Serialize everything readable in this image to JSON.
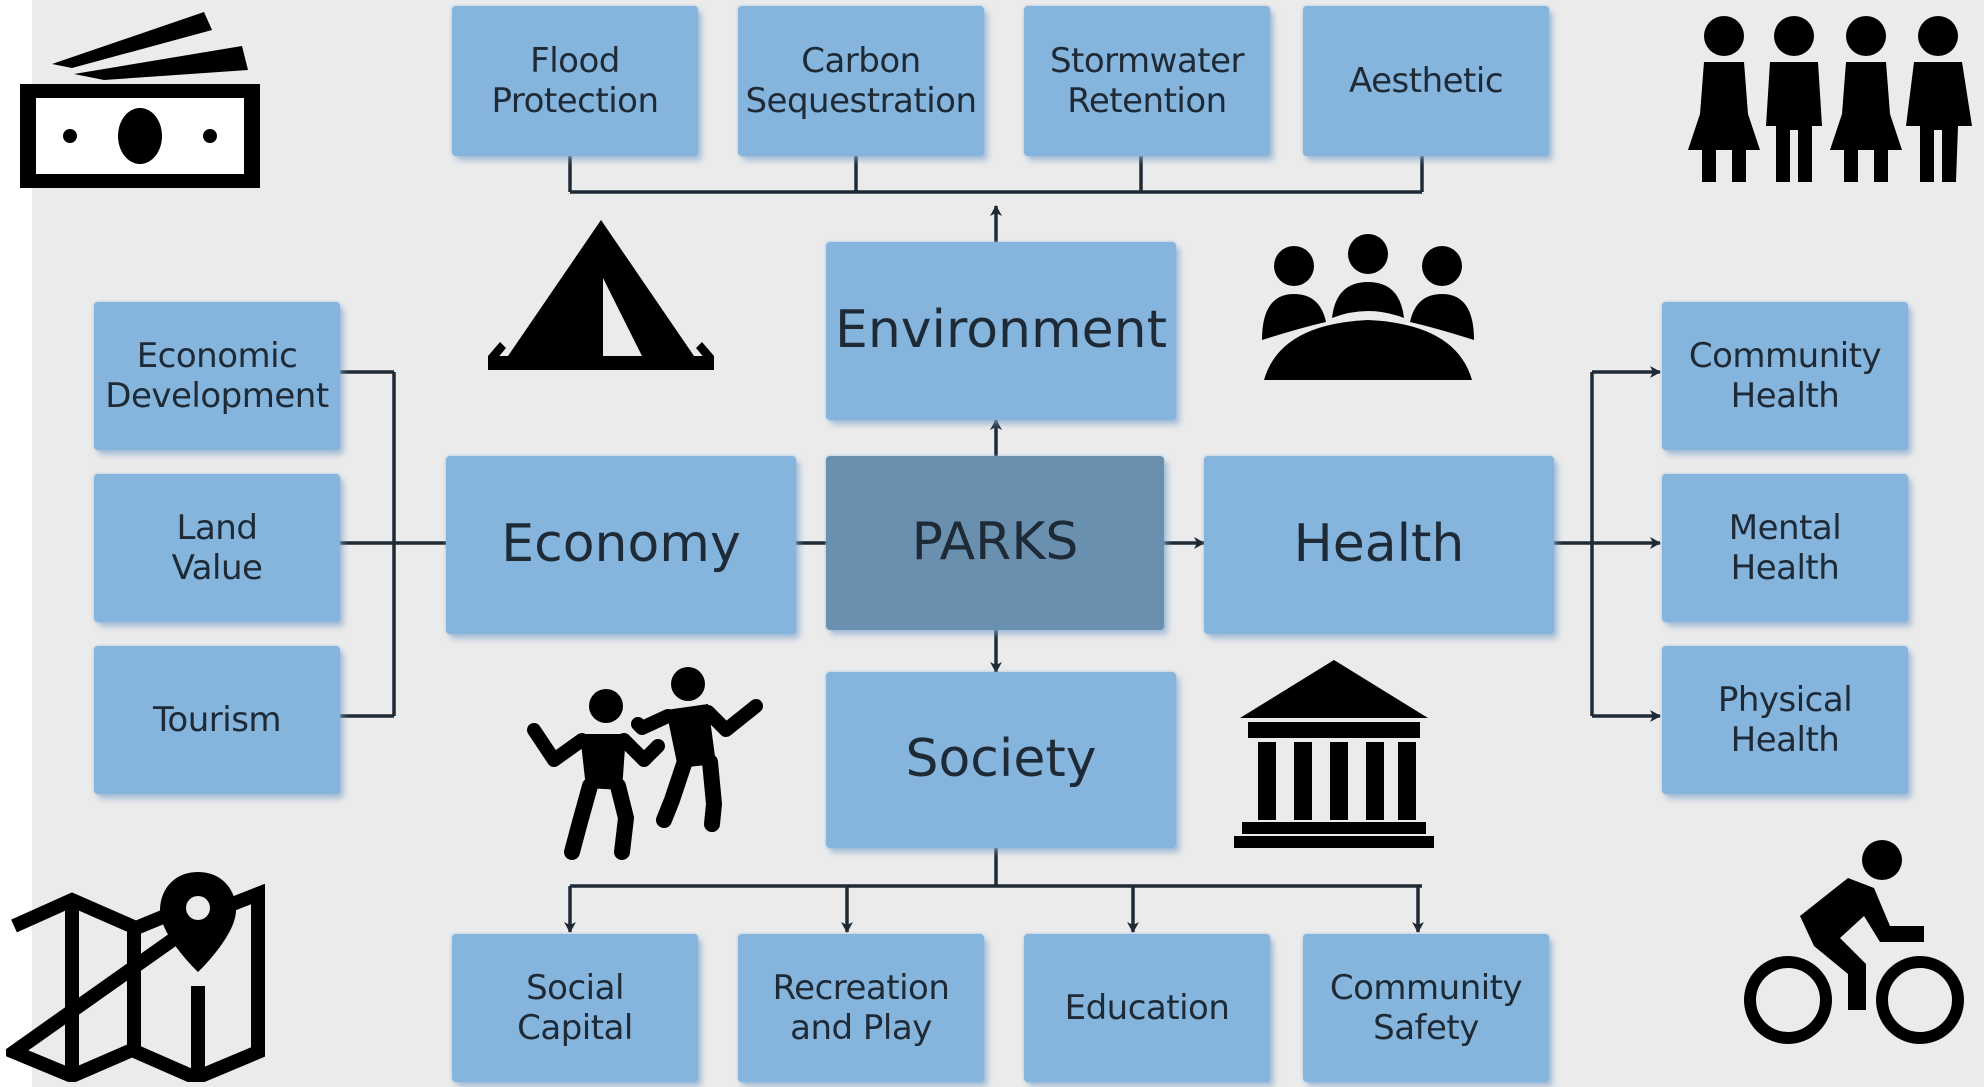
{
  "center": "PARKS",
  "pillars": {
    "environment": "Environment",
    "economy": "Economy",
    "health": "Health",
    "society": "Society"
  },
  "environment_items": [
    "Flood\nProtection",
    "Carbon\nSequestration",
    "Stormwater\nRetention",
    "Aesthetic"
  ],
  "economy_items": [
    "Economic\nDevelopment",
    "Land\nValue",
    "Tourism"
  ],
  "health_items": [
    "Community\nHealth",
    "Mental\nHealth",
    "Physical\nHealth"
  ],
  "society_items": [
    "Social\nCapital",
    "Recreation\nand Play",
    "Education",
    "Community\nSafety"
  ],
  "icons": [
    "money-icon",
    "family-icon",
    "tent-icon",
    "audience-icon",
    "dancing-people-icon",
    "government-building-icon",
    "map-location-icon",
    "cyclist-icon"
  ],
  "colors": {
    "box": "#85b4dc",
    "center_box": "#6a90b0",
    "background": "#ebebeb",
    "line": "#1e2a36"
  }
}
